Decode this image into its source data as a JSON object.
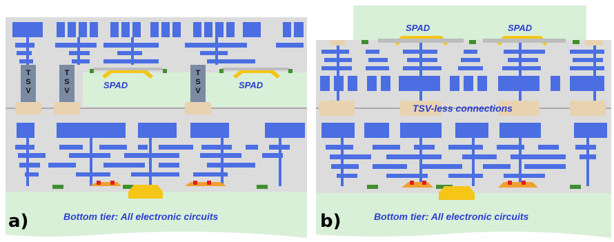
{
  "panels": [
    {
      "letter": "a)",
      "spad_labels": [
        "SPAD",
        "SPAD"
      ],
      "tsv_labels": [
        "T",
        "S",
        "V"
      ],
      "bottom_label": "Bottom tier: All electronic circuits"
    },
    {
      "letter": "b)",
      "spad_labels": [
        "SPAD",
        "SPAD"
      ],
      "connection_label": "TSV-less connections",
      "bottom_label": "Bottom tier: All electronic circuits"
    }
  ],
  "colors": {
    "metal": "#4b6ee3",
    "dielectric": "#dcdcdc",
    "substrate": "#d8efd8",
    "bond_pad": "#e8d2b0",
    "tsv": "#7b8aa3",
    "spad_yellow": "#f5c518",
    "spad_orange": "#f0a030",
    "contact_green": "#3f8f2f",
    "contact_red": "#e02020",
    "label_blue": "#2a3fd0"
  }
}
